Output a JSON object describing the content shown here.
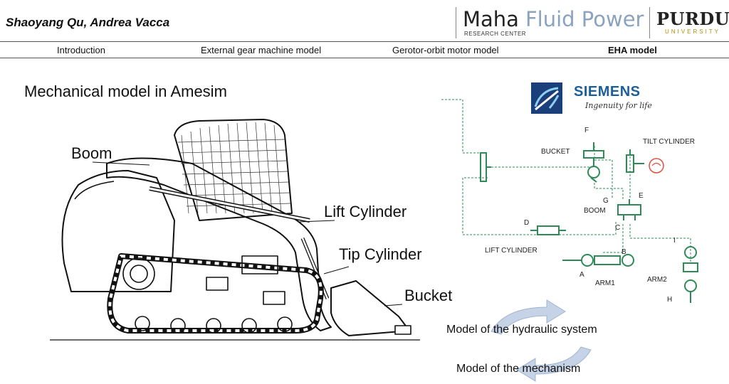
{
  "header": {
    "authors": "Shaoyang Qu, Andrea Vacca",
    "maha": "Maha",
    "fluid_power": "Fluid Power",
    "research_center": "RESEARCH CENTER",
    "purdue": "PURDUE",
    "university": "UNIVERSITY"
  },
  "nav": {
    "items": [
      {
        "label": "Introduction"
      },
      {
        "label": "External gear machine model"
      },
      {
        "label": "Gerotor-orbit motor model"
      },
      {
        "label": "EHA model",
        "active": true
      }
    ]
  },
  "slide": {
    "title": "Mechanical model in Amesim",
    "callouts": {
      "boom": "Boom",
      "lift_cylinder": "Lift Cylinder",
      "tip_cylinder": "Tip Cylinder",
      "bucket": "Bucket"
    }
  },
  "siemens": {
    "name": "SIEMENS",
    "tagline": "Ingenuity for life"
  },
  "schematic": {
    "labels": {
      "f": "F",
      "bucket": "BUCKET",
      "tilt_cylinder": "TILT CYLINDER",
      "g": "G",
      "e": "E",
      "boom": "BOOM",
      "d": "D",
      "c": "C",
      "lift_cylinder": "LIFT CYLINDER",
      "b": "B",
      "a": "A",
      "arm1": "ARM1",
      "i": "I",
      "arm2": "ARM2",
      "h": "H"
    }
  },
  "cycle": {
    "hydraulic": "Model of the hydraulic system",
    "mechanism": "Model of the mechanism"
  },
  "colors": {
    "schematic_green": "#2e8b57",
    "cycle_arrow": "#9fb3cf",
    "siemens_blue": "#1b5f9a",
    "maha_blue": "#8aa3bf"
  }
}
